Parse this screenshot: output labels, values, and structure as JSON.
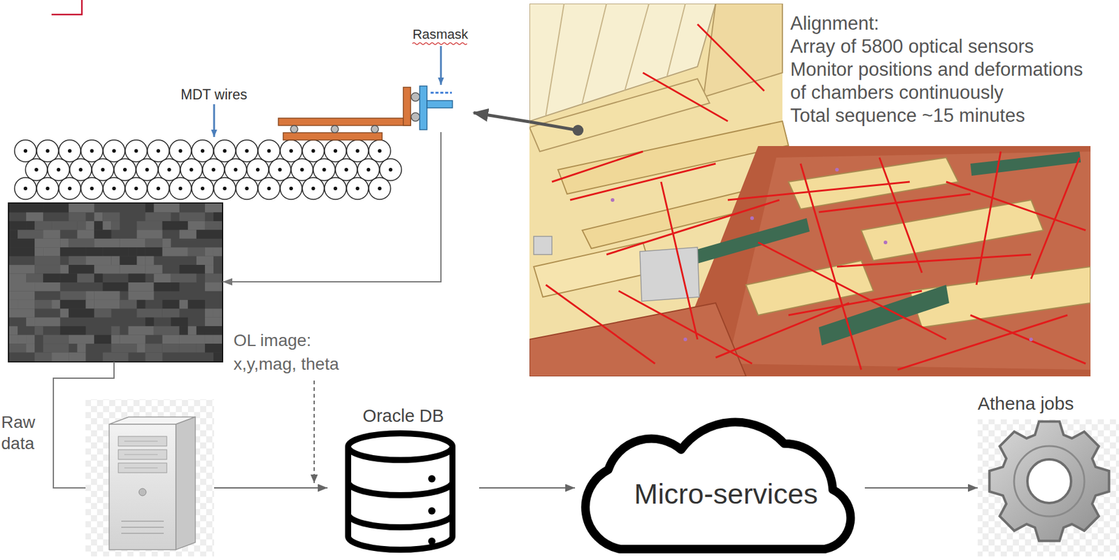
{
  "diagram": {
    "nodes": [
      {
        "text": [
          "Rasmask"
        ]
      },
      {
        "text": [
          "Alignment:",
          "Array of 5800 optical sensors",
          "Monitor positions and deformations",
          "of chambers continuously",
          "Total sequence ~15 minutes"
        ]
      },
      {
        "text": [
          "OL image: x,y,mag, theta"
        ]
      },
      {
        "text": [
          "Raw data"
        ]
      },
      {
        "text": [
          "Oracle DB"
        ]
      },
      {
        "text": [
          "Micro-services"
        ]
      },
      {
        "text": [
          "Athena jobs"
        ]
      }
    ],
    "edges": [
      {
        "from": 1,
        "to": 0,
        "arrow": "to"
      },
      {
        "from": 0,
        "to": 2,
        "arrow": "to"
      },
      {
        "from": 2,
        "to": 3,
        "arrow": "none"
      },
      {
        "from": 3,
        "to": 4,
        "arrow": "to"
      },
      {
        "from": 4,
        "to": 5,
        "arrow": "to"
      },
      {
        "from": 5,
        "to": 6,
        "arrow": "to"
      }
    ],
    "labels": [
      "MDT wires"
    ]
  }
}
